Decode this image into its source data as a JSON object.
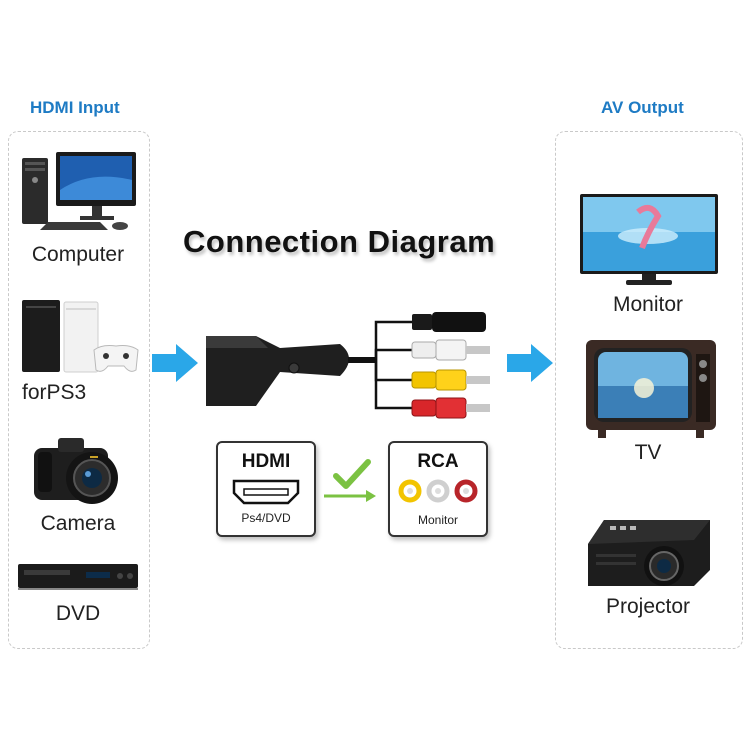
{
  "title": "Connection Diagram",
  "input": {
    "heading": "HDMI Input",
    "devices": [
      {
        "label": "Computer",
        "icon": "computer-icon"
      },
      {
        "label": "forPS3",
        "icon": "game-console-icon"
      },
      {
        "label": "Camera",
        "icon": "camera-icon"
      },
      {
        "label": "DVD",
        "icon": "dvd-player-icon"
      }
    ]
  },
  "output": {
    "heading": "AV Output",
    "devices": [
      {
        "label": "Monitor",
        "icon": "monitor-icon"
      },
      {
        "label": "TV",
        "icon": "tv-icon"
      },
      {
        "label": "Projector",
        "icon": "projector-icon"
      }
    ]
  },
  "hdmi_box": {
    "title": "HDMI",
    "subtitle": "Ps4/DVD"
  },
  "rca_box": {
    "title": "RCA",
    "subtitle": "Monitor"
  },
  "colors": {
    "accent_blue": "#1e7bc4",
    "arrow_blue": "#2aa7e8",
    "check_green": "#7bc242",
    "rca_yellow": "#f2c400",
    "rca_white": "#e8e8e8",
    "rca_red": "#d8262a"
  }
}
